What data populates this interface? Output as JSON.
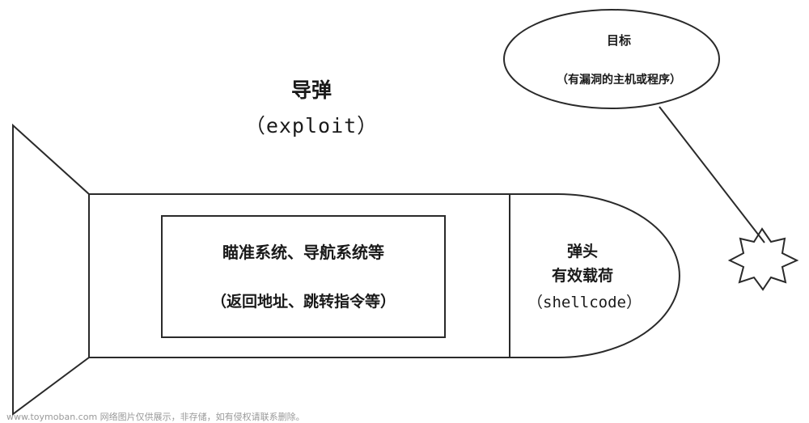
{
  "missile": {
    "title": "导弹",
    "subtitle": "（exploit）"
  },
  "guidance_box": {
    "line1": "瞄准系统、导航系统等",
    "line2": "（返回地址、跳转指令等）"
  },
  "warhead": {
    "line1": "弹头",
    "line2": "有效载荷",
    "line3": "（shellcode）"
  },
  "target": {
    "line1": "目标",
    "line2": "（有漏洞的主机或程序）"
  },
  "watermark": "www.toymoban.com 网络图片仅供展示，非存储，如有侵权请联系删除。",
  "colors": {
    "stroke": "#2a2a2a",
    "background": "#ffffff",
    "watermark": "#999999"
  }
}
